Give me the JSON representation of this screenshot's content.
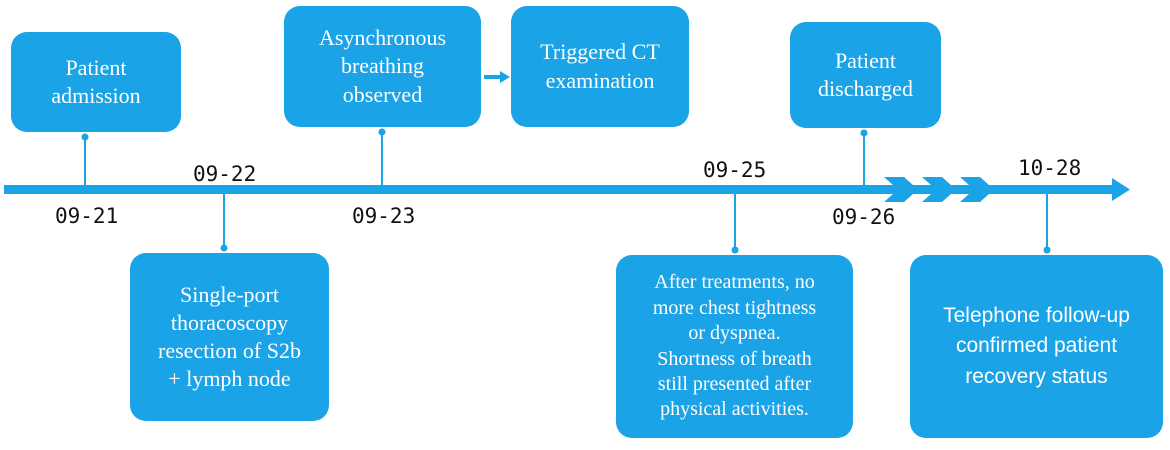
{
  "colors": {
    "box": "#1aa3e6",
    "axis": "#1aa3e6",
    "text": "#111111"
  },
  "timeline": {
    "dates": [
      "09-21",
      "09-22",
      "09-23",
      "09-25",
      "09-26",
      "10-28"
    ],
    "events": [
      {
        "date": "09-21",
        "text": "Patient\nadmission"
      },
      {
        "date": "09-22",
        "text": "Single-port\nthoracoscopy\nresection of S2b\n+ lymph node"
      },
      {
        "date": "09-23",
        "text": "Asynchronous\nbreathing\nobserved"
      },
      {
        "date": "09-23",
        "text": "Triggered CT\nexamination"
      },
      {
        "date": "09-25",
        "text": "After treatments, no\nmore chest tightness\nor dyspnea.\nShortness of breath\nstill presented after\nphysical activities."
      },
      {
        "date": "09-26",
        "text": "Patient\ndischarged"
      },
      {
        "date": "10-28",
        "text": "Telephone follow-up\nconfirmed patient\nrecovery status"
      }
    ]
  }
}
